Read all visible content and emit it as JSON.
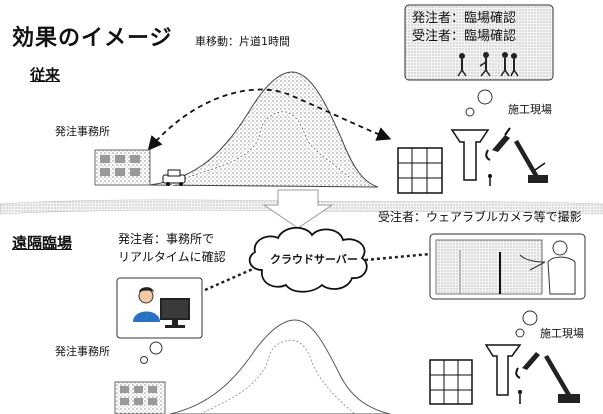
{
  "title": "効果のイメージ",
  "travel_note": "車移動：片道1時間",
  "conventional": {
    "heading": "従来",
    "office_label": "発注事務所",
    "bubble_lines": [
      "発注者：臨場確認",
      "受注者：臨場確認"
    ],
    "site_label": "施工現場"
  },
  "remote": {
    "heading": "遠隔臨場",
    "office_note_lines": [
      "発注者：事務所で",
      "リアルタイムに確認"
    ],
    "cloud_label": "クラウドサーバー",
    "camera_note": "受注者：ウェアラブルカメラ等で撮影",
    "office_label": "発注事務所",
    "site_label": "施工現場"
  }
}
